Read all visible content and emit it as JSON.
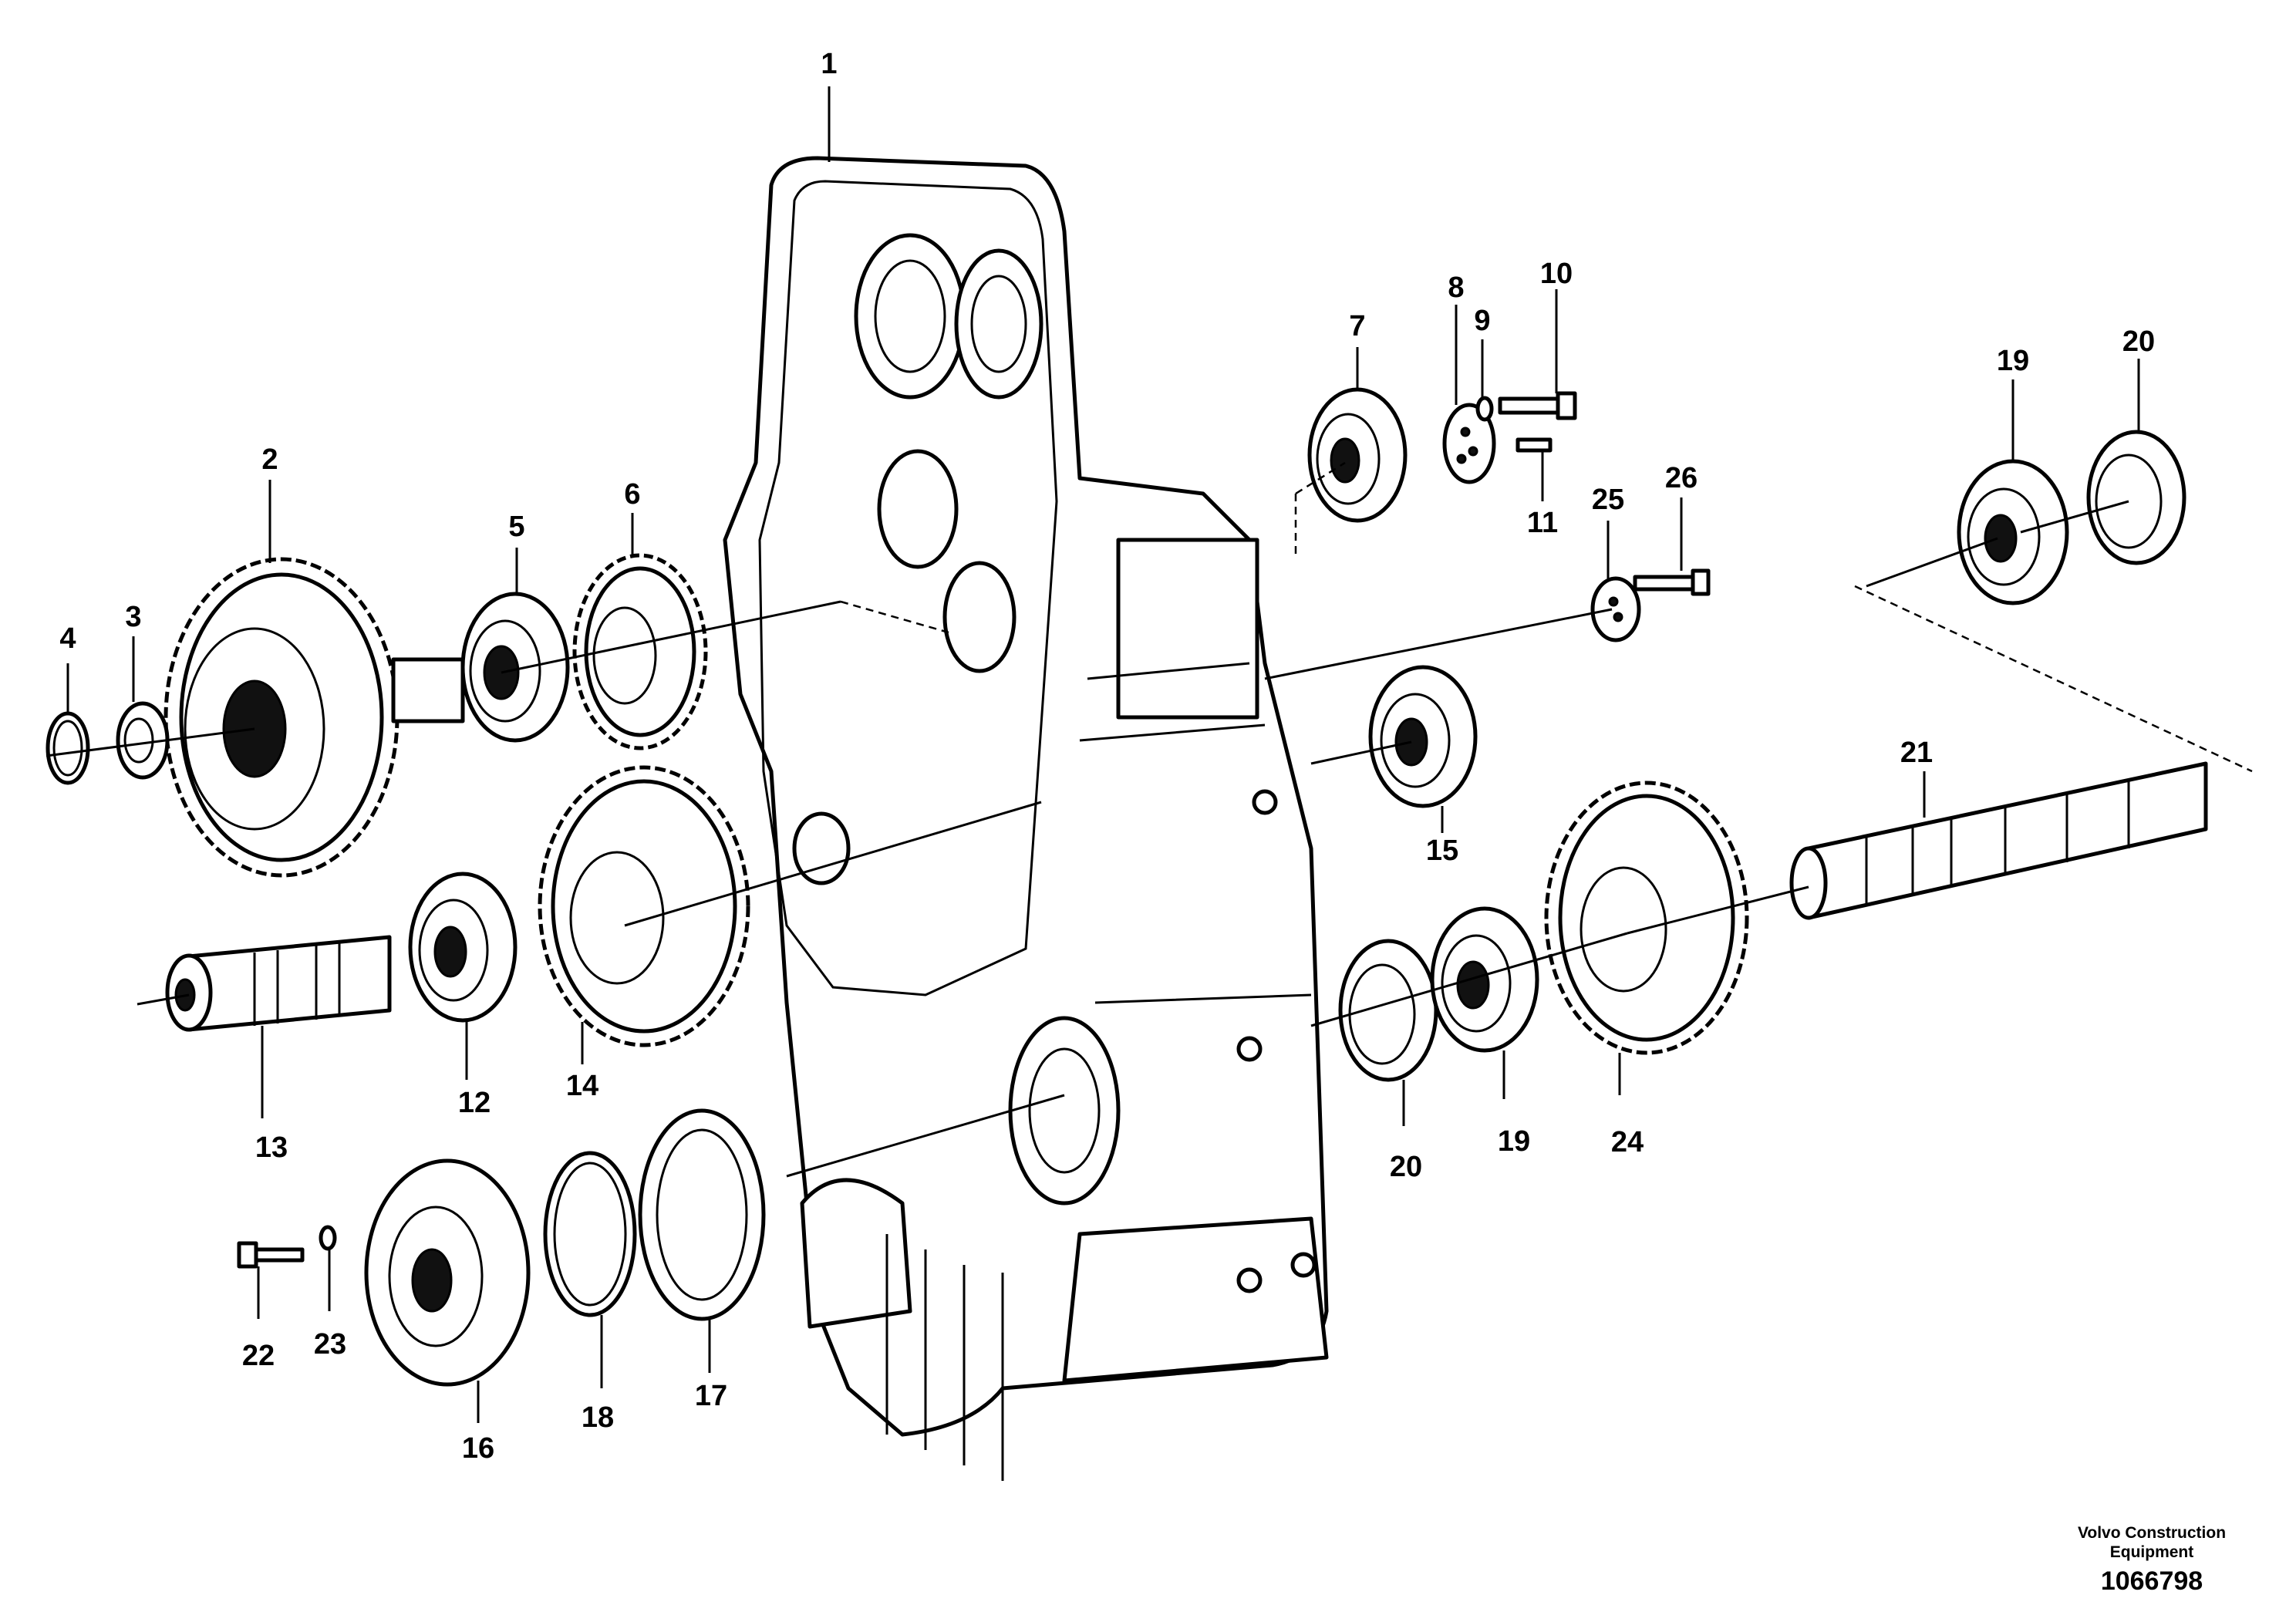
{
  "callouts": {
    "c1": "1",
    "c2": "2",
    "c3": "3",
    "c4": "4",
    "c5": "5",
    "c6": "6",
    "c7": "7",
    "c8": "8",
    "c9": "9",
    "c10": "10",
    "c11": "11",
    "c12": "12",
    "c13": "13",
    "c14": "14",
    "c15": "15",
    "c16": "16",
    "c17": "17",
    "c18": "18",
    "c19a": "19",
    "c19b": "19",
    "c20a": "20",
    "c20b": "20",
    "c21": "21",
    "c22": "22",
    "c23": "23",
    "c24": "24",
    "c25": "25",
    "c26": "26"
  },
  "brand": {
    "line1": "Volvo Construction",
    "line2": "Equipment",
    "doc_number": "1066798"
  }
}
